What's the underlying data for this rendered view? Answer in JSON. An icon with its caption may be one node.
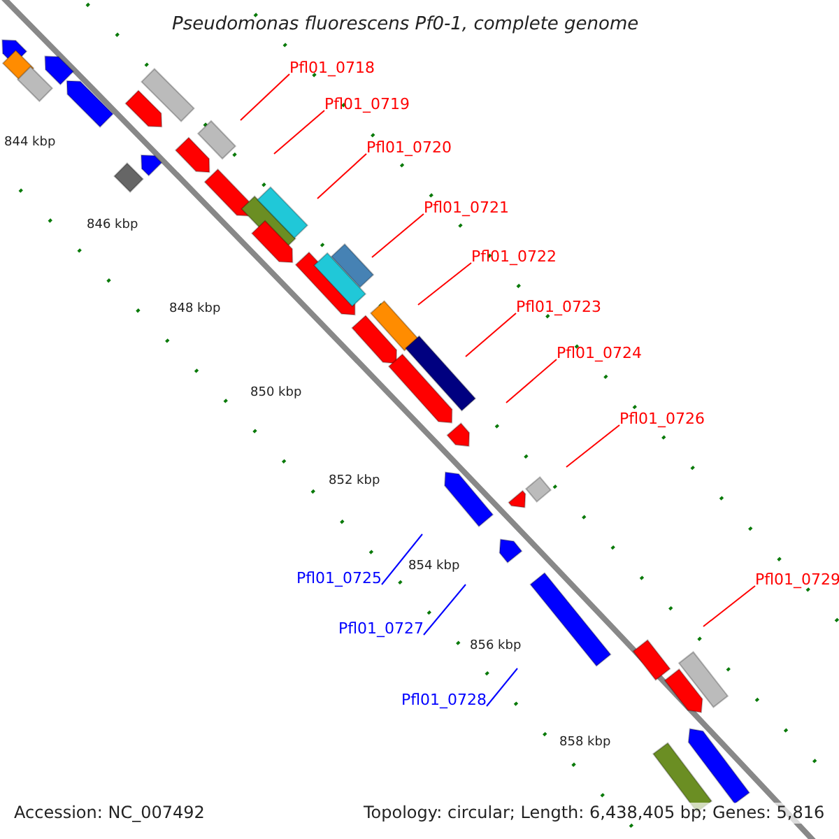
{
  "diagram": {
    "title": "Pseudomonas fluorescens Pf0-1, complete genome",
    "nodes": [
      {
        "text": [
          "Pfl01_0718"
        ]
      },
      {
        "text": [
          "Pfl01_0719"
        ]
      },
      {
        "text": [
          "Pfl01_0720"
        ]
      },
      {
        "text": [
          "Pfl01_0721"
        ]
      },
      {
        "text": [
          "Pfl01_0722"
        ]
      },
      {
        "text": [
          "Pfl01_0723"
        ]
      },
      {
        "text": [
          "Pfl01_0724"
        ]
      },
      {
        "text": [
          "Pfl01_0726"
        ]
      },
      {
        "text": [
          "Pfl01_0725"
        ]
      },
      {
        "text": [
          "Pfl01_0729"
        ]
      },
      {
        "text": [
          "Pfl01_0727"
        ]
      },
      {
        "text": [
          "Pfl01_0728"
        ]
      }
    ],
    "edges": [
      {
        "from": 0,
        "to": null,
        "arrow": "none"
      },
      {
        "from": 1,
        "to": null,
        "arrow": "none"
      },
      {
        "from": 2,
        "to": null,
        "arrow": "none"
      },
      {
        "from": 3,
        "to": null,
        "arrow": "none"
      },
      {
        "from": 4,
        "to": null,
        "arrow": "none"
      },
      {
        "from": 5,
        "to": null,
        "arrow": "none"
      },
      {
        "from": 6,
        "to": null,
        "arrow": "none"
      },
      {
        "from": 7,
        "to": null,
        "arrow": "none"
      },
      {
        "from": 8,
        "to": null,
        "arrow": "none",
        "color": "#0000ff"
      },
      {
        "from": 9,
        "to": null,
        "arrow": "none"
      },
      {
        "from": 10,
        "to": null,
        "arrow": "none",
        "color": "#0000ff"
      },
      {
        "from": 11,
        "to": null,
        "arrow": "none",
        "color": "#0000ff"
      }
    ],
    "labels": [
      "844 kbp",
      "846 kbp",
      "848 kbp",
      "850 kbp",
      "852 kbp",
      "854 kbp",
      "856 kbp",
      "858 kbp",
      "Accession: NC_007492",
      "Topology: circular; Length: 6,438,405 bp; Genes: 5,816"
    ]
  }
}
